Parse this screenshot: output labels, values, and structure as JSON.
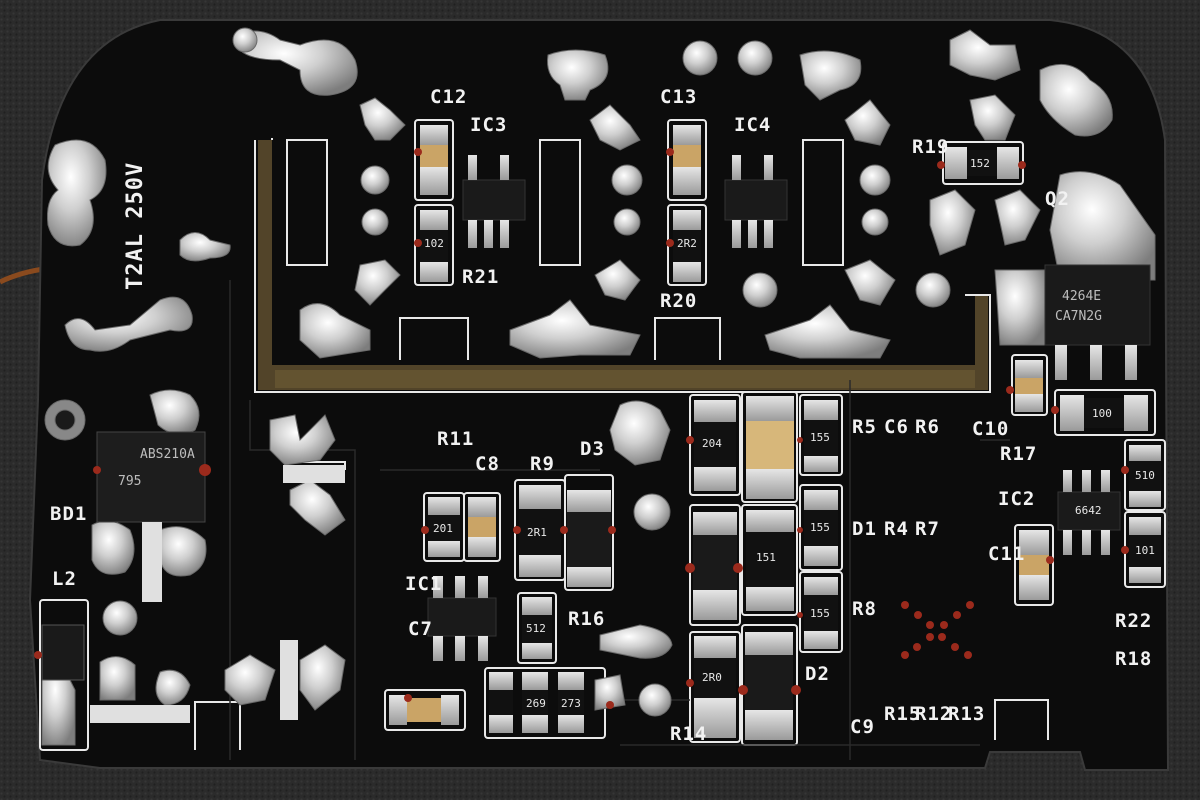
{
  "board": {
    "rating": "T2AL 250V",
    "designators": {
      "c12": "C12",
      "ic3": "IC3",
      "r21": "R21",
      "c13": "C13",
      "ic4": "IC4",
      "r20": "R20",
      "r19": "R19",
      "q2": "Q2",
      "bd1": "BD1",
      "l2": "L2",
      "r11": "R11",
      "c8": "C8",
      "r9": "R9",
      "d3": "D3",
      "r5": "R5",
      "c6": "C6",
      "r6": "R6",
      "c10": "C10",
      "r17": "R17",
      "ic2": "IC2",
      "c11": "C11",
      "d1": "D1",
      "r4": "R4",
      "r7": "R7",
      "r8": "R8",
      "r22": "R22",
      "r18": "R18",
      "c7": "C7",
      "ic1": "IC1",
      "r16": "R16",
      "d2": "D2",
      "r14": "R14",
      "c9": "C9",
      "r15": "R15",
      "r12": "R12",
      "r13": "R13"
    },
    "component_codes": {
      "r21": "102",
      "r20": "2R2",
      "r19": "152",
      "q2_line1": "4264E",
      "q2_line2": "CA7N2G",
      "bd1_line1": "ABS210A",
      "bd1_line2": "795",
      "r17": "100",
      "r5": "155",
      "r9": "2R1",
      "r11": "201",
      "r16": "512",
      "big_resistor": "151",
      "r14": "2R0",
      "ic2": "6642",
      "r7": "101",
      "r6": "510",
      "r4": "155",
      "r8": "155",
      "r204": "204",
      "r269": "269",
      "r273": "273"
    },
    "colors": {
      "pcb": "#0d0d0d",
      "solder": "#c9c9c9",
      "silkscreen": "#eeeeee",
      "copper_wire": "#8a4a1e",
      "ceramic_cap": "#caa466"
    }
  }
}
